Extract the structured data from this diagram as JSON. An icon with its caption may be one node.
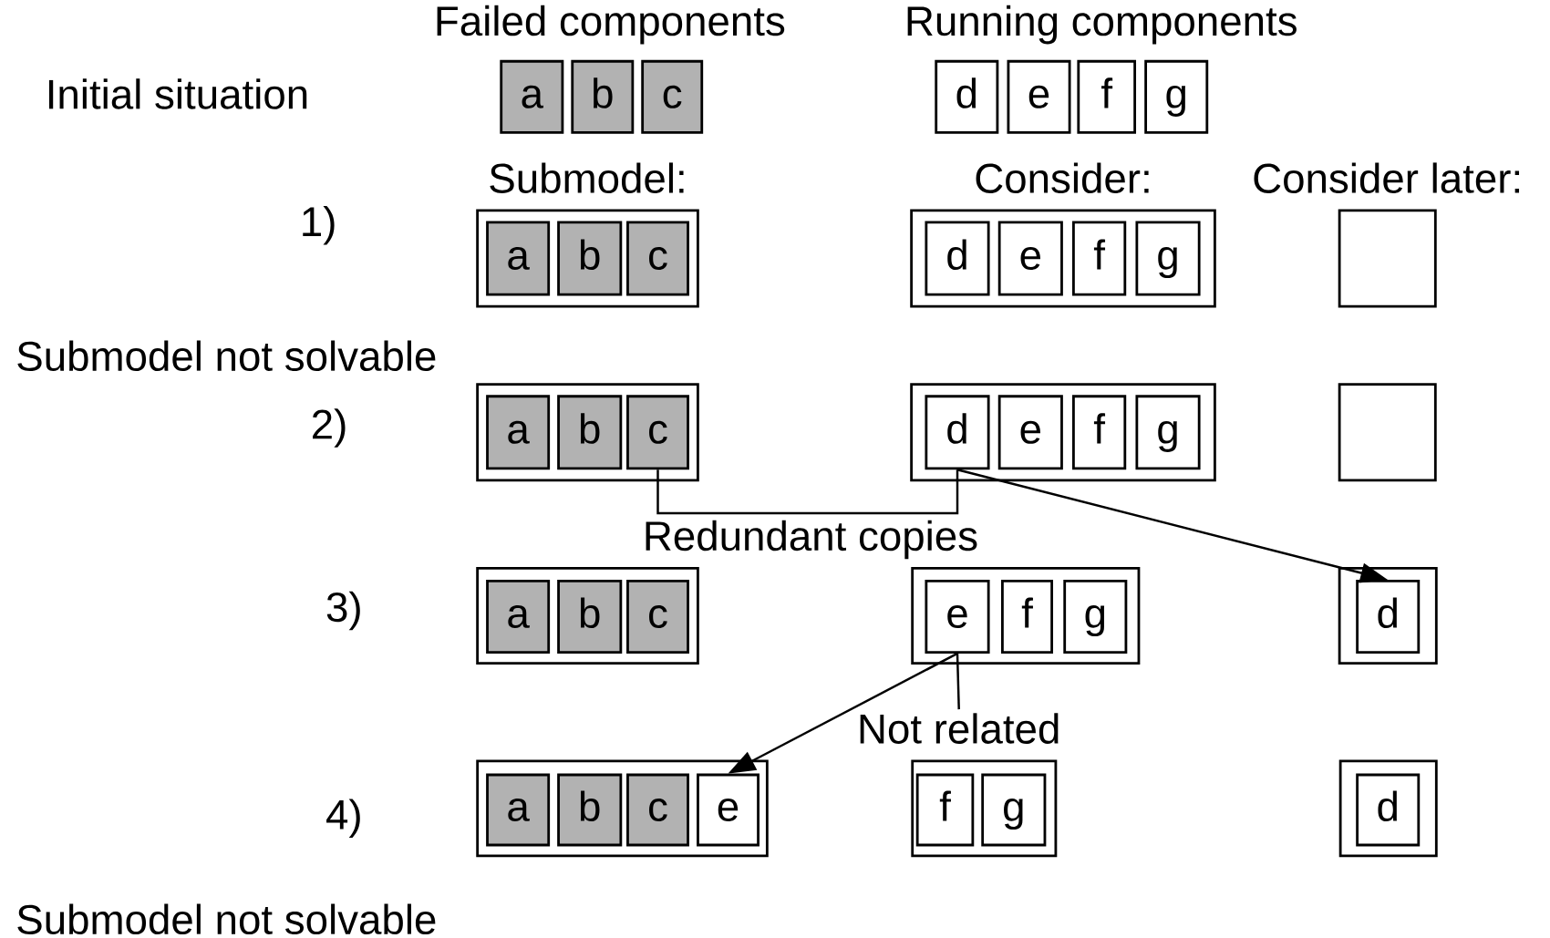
{
  "diagram": {
    "nodes": [
      {
        "text": [
          "a"
        ]
      },
      {
        "text": [
          "b"
        ]
      },
      {
        "text": [
          "c"
        ]
      },
      {
        "text": [
          "d"
        ]
      },
      {
        "text": [
          "e"
        ]
      },
      {
        "text": [
          "f"
        ]
      },
      {
        "text": [
          "g"
        ]
      },
      {
        "text": [
          "Submodel:"
        ]
      },
      {
        "text": [
          "a"
        ],
        "in": 7
      },
      {
        "text": [
          "b"
        ],
        "in": 7
      },
      {
        "text": [
          "c"
        ],
        "in": 7
      },
      {
        "text": [
          "Consider:"
        ]
      },
      {
        "text": [
          "d"
        ],
        "in": 11
      },
      {
        "text": [
          "e"
        ],
        "in": 11
      },
      {
        "text": [
          "f"
        ],
        "in": 11
      },
      {
        "text": [
          "g"
        ],
        "in": 11
      },
      {
        "text": [
          "Consider later:"
        ]
      },
      {
        "text": [],
        "shape": "box"
      },
      {
        "text": [
          "a"
        ],
        "in": 17
      },
      {
        "text": [
          "b"
        ],
        "in": 17
      },
      {
        "text": [
          "c"
        ],
        "in": 17
      },
      {
        "text": [],
        "shape": "box"
      },
      {
        "text": [
          "d"
        ],
        "in": 21
      },
      {
        "text": [
          "e"
        ],
        "in": 21
      },
      {
        "text": [
          "f"
        ],
        "in": 21
      },
      {
        "text": [
          "g"
        ],
        "in": 21
      },
      {
        "text": [],
        "shape": "box"
      },
      {
        "text": [],
        "shape": "box"
      },
      {
        "text": [
          "a"
        ],
        "in": 27
      },
      {
        "text": [
          "b"
        ],
        "in": 27
      },
      {
        "text": [
          "c"
        ],
        "in": 27
      },
      {
        "text": [],
        "shape": "box"
      },
      {
        "text": [
          "e"
        ],
        "in": 31
      },
      {
        "text": [
          "f"
        ],
        "in": 31
      },
      {
        "text": [
          "g"
        ],
        "in": 31
      },
      {
        "text": [],
        "shape": "box"
      },
      {
        "text": [
          "d"
        ],
        "in": 35
      },
      {
        "text": [
          "Not related"
        ]
      },
      {
        "text": [],
        "shape": "box"
      },
      {
        "text": [
          "a"
        ],
        "in": 38
      },
      {
        "text": [
          "b"
        ],
        "in": 38
      },
      {
        "text": [
          "c"
        ],
        "in": 38
      },
      {
        "text": [
          "e"
        ],
        "in": 38
      },
      {
        "text": [],
        "shape": "box"
      },
      {
        "text": [
          "f"
        ],
        "in": 43
      },
      {
        "text": [
          "g"
        ],
        "in": 43
      },
      {
        "text": [],
        "shape": "box"
      },
      {
        "text": [
          "d"
        ],
        "in": 46
      }
    ],
    "edges": [
      {
        "from": 20,
        "to": 22,
        "arrow": "none",
        "label": "Redundant copies"
      },
      {
        "from": 22,
        "to": 36,
        "arrow": "to"
      },
      {
        "from": 32,
        "to": 42,
        "arrow": "to"
      },
      {
        "from": 37,
        "to": 32,
        "arrow": "none"
      }
    ],
    "labels": [
      "Failed components",
      "Running components",
      "Initial situation",
      "1)",
      "Submodel not solvable",
      "2)",
      "3)",
      "4)",
      "Submodel not solvable"
    ]
  }
}
